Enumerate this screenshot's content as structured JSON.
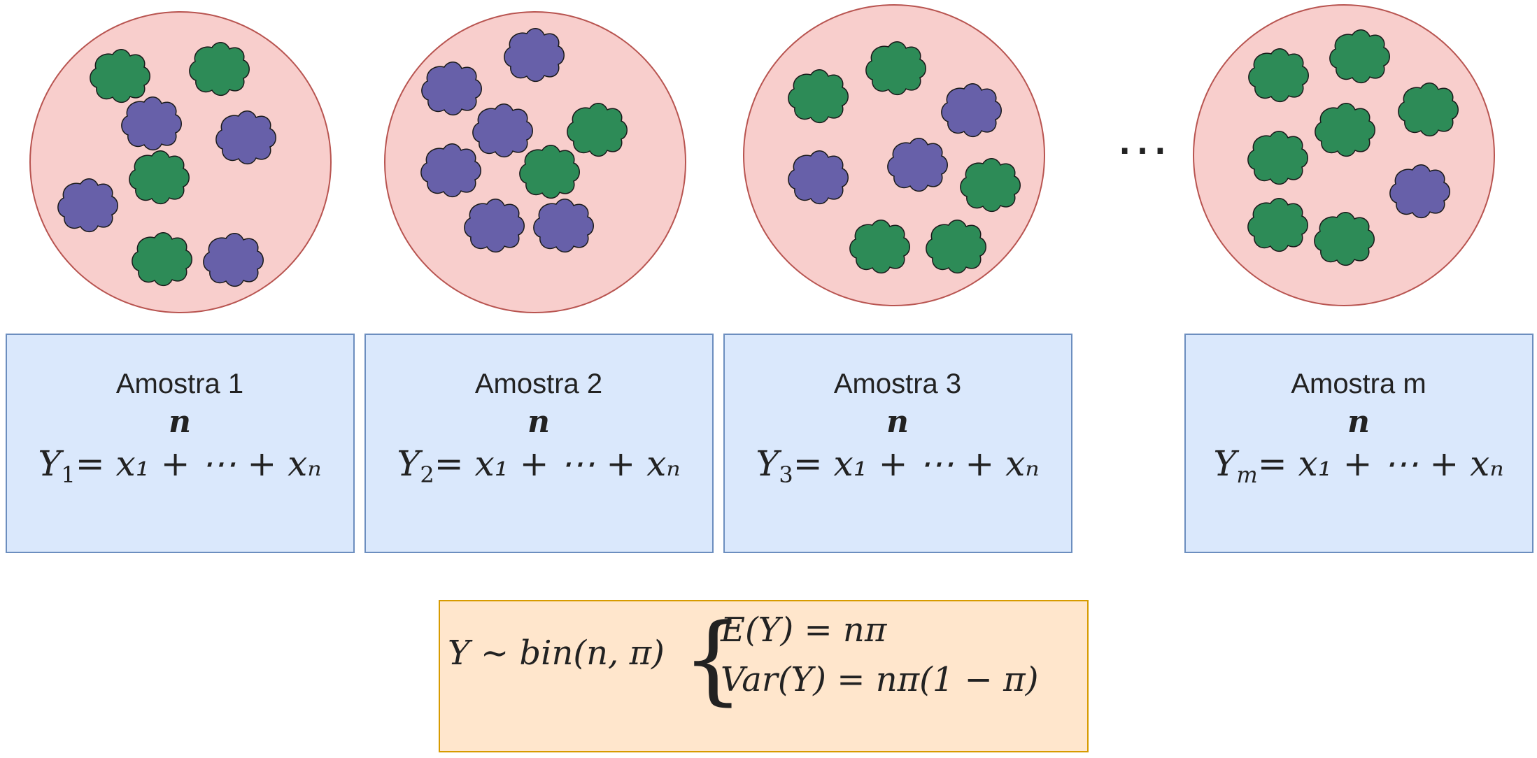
{
  "colors": {
    "circle_fill": "#f8cecc",
    "circle_stroke": "#b85450",
    "box_fill": "#dae8fc",
    "box_stroke": "#6c8ebf",
    "result_fill": "#ffe6cc",
    "result_stroke": "#d79b00",
    "green_blob": "#2d8b57",
    "purple_blob": "#6760a9",
    "blob_stroke": "#1a1a1a"
  },
  "ellipsis": "…",
  "samples": [
    {
      "title": "Amostra 1",
      "n": "n",
      "y": "Y",
      "y_sub": "1",
      "rhs": "= x₁ + ⋯ + xₙ",
      "blobs": [
        "green",
        "green",
        "purple",
        "purple",
        "green",
        "purple",
        "green",
        "purple"
      ]
    },
    {
      "title": "Amostra 2",
      "n": "n",
      "y": "Y",
      "y_sub": "2",
      "rhs": "= x₁ + ⋯ + xₙ",
      "blobs": [
        "purple",
        "purple",
        "purple",
        "green",
        "purple",
        "green",
        "purple",
        "purple"
      ]
    },
    {
      "title": "Amostra 3",
      "n": "n",
      "y": "Y",
      "y_sub": "3",
      "rhs": "= x₁ + ⋯ + xₙ",
      "blobs": [
        "green",
        "green",
        "purple",
        "purple",
        "purple",
        "green",
        "green",
        "green"
      ]
    },
    {
      "title": "Amostra m",
      "n": "n",
      "y": "Y",
      "y_sub": "m",
      "rhs": "= x₁ + ⋯ + xₙ",
      "blobs": [
        "green",
        "green",
        "green",
        "green",
        "green",
        "purple",
        "green",
        "green"
      ]
    }
  ],
  "result": {
    "lhs": "Y ∼ bin(n, π)",
    "brace": "{",
    "line1": "E(Y) = nπ",
    "line2": "Var(Y) = nπ(1 − π)"
  }
}
